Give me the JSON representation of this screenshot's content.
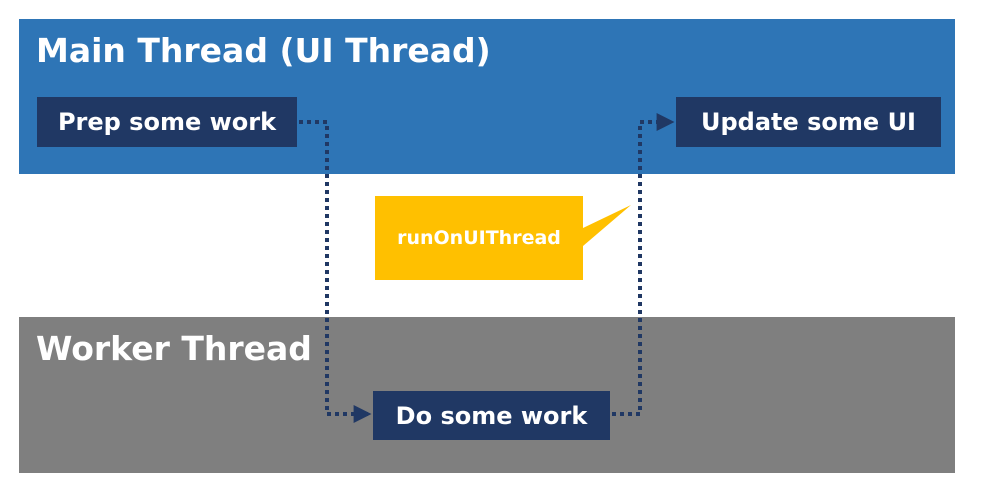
{
  "diagram": {
    "main_thread": {
      "title": "Main Thread (UI Thread)",
      "color": "#2e75b6",
      "steps": {
        "prep": "Prep some work",
        "update": "Update some UI"
      }
    },
    "worker_thread": {
      "title": "Worker Thread",
      "color": "#7f7f7f",
      "steps": {
        "work": "Do some work"
      }
    },
    "callout": {
      "label": "runOnUIThread",
      "color": "#ffc000"
    },
    "step_box_color": "#203864",
    "connector_color": "#203864"
  }
}
